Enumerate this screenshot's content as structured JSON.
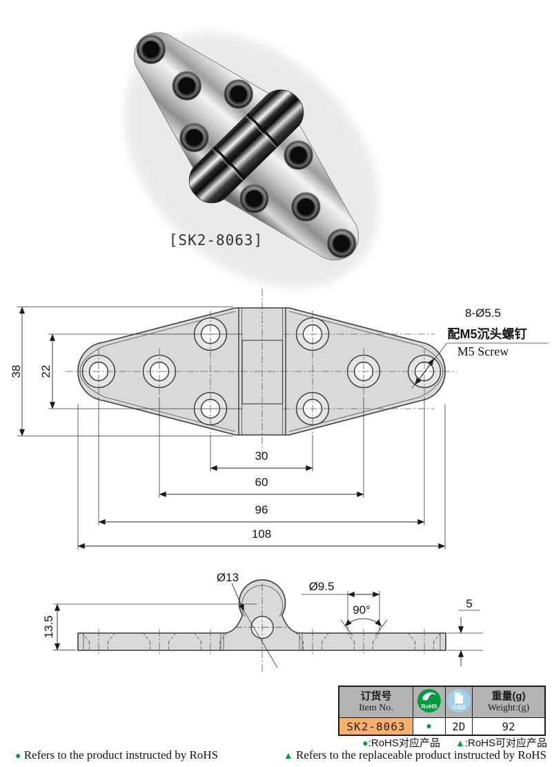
{
  "product": {
    "label": "[SK2-8063]"
  },
  "top_view": {
    "note_count_dia": "8-Ø5.5",
    "note_screw_zh": "配M5沉头螺钉",
    "note_screw_en": "M5 Screw",
    "dim_width": "38",
    "dim_hole_rows": "22",
    "dim_inner": "30",
    "dim_mid": "60",
    "dim_outer": "96",
    "dim_length": "108"
  },
  "side_view": {
    "dim_knuckle": "Ø13",
    "dim_countersink": "Ø9.5",
    "dim_angle": "90°",
    "dim_thickness": "5",
    "dim_height": "13.5"
  },
  "table": {
    "header": {
      "item_zh": "订货号",
      "item_en": "Item No.",
      "rohs": "RoHS",
      "cad": "CAD",
      "weight_zh": "重量(g)",
      "weight_en": "Weight:(g)"
    },
    "row": {
      "item": "SK2-8063",
      "rohs_mark": "●",
      "cad_type": "2D",
      "weight": "92"
    }
  },
  "legend": {
    "zh_dot": "●",
    "zh_dot_text": ":RoHS对应产品",
    "zh_tri": "▲",
    "zh_tri_text": ":RoHS可对应产品",
    "en_dot": "●",
    "en_dot_text": " Refers to the product instructed by RoHS",
    "en_tri": "▲",
    "en_tri_text": " Refers to the replaceable product instructed by RoHS"
  },
  "colors": {
    "rohs_green": "#009b3e",
    "item_orange": "#f6b06e",
    "header_gray": "#b3b3b3",
    "cad_blue": "#9fd0ee"
  }
}
